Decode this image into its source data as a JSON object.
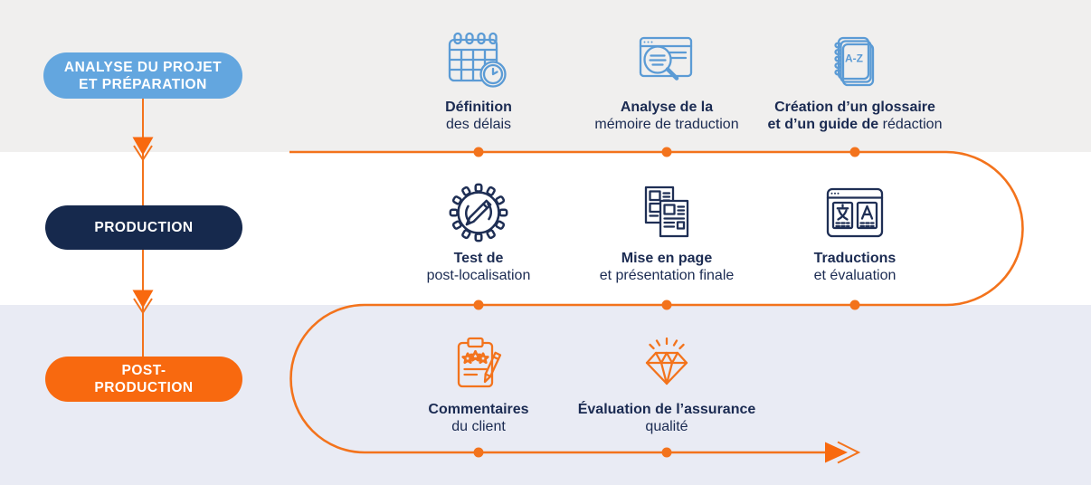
{
  "colors": {
    "band_top": "#f0efee",
    "band_middle": "#ffffff",
    "band_bottom": "#e9ebf4",
    "pill_analysis": "#63a6df",
    "pill_production": "#16294d",
    "pill_post_production": "#f8690f",
    "flow_line": "#f3731c",
    "icon_blue": "#5b9bd5",
    "icon_navy": "#1f2f55",
    "icon_orange": "#f3731c",
    "label_text": "#1b2b52"
  },
  "phases": [
    {
      "id": "analysis",
      "label": "ANALYSE DU PROJET\nET PRÉPARATION"
    },
    {
      "id": "production",
      "label": "PRODUCTION"
    },
    {
      "id": "post-production",
      "label": "POST-\nPRODUCTION"
    }
  ],
  "steps": [
    {
      "icon": "calendar-clock-icon",
      "line1": "Définition",
      "line2_bold": "",
      "line2": "des délais"
    },
    {
      "icon": "document-search-icon",
      "line1": "Analyse de la",
      "line2_bold": "",
      "line2": "mémoire de traduction"
    },
    {
      "icon": "glossary-notebook-icon",
      "line1": "Création d’un glossaire",
      "line2_bold": "et d’un guide de ",
      "line2": "rédaction"
    },
    {
      "icon": "gear-pencil-icon",
      "line1": "Test de",
      "line2_bold": "",
      "line2": "post-localisation"
    },
    {
      "icon": "page-layout-icon",
      "line1": "Mise en page",
      "line2_bold": "",
      "line2": "et présentation finale"
    },
    {
      "icon": "translation-window-icon",
      "line1": "Traductions",
      "line2_bold": "",
      "line2": "et évaluation"
    },
    {
      "icon": "clipboard-rating-pen-icon",
      "line1": "Commentaires",
      "line2_bold": "",
      "line2": "du client"
    },
    {
      "icon": "diamond-quality-icon",
      "line1": "Évaluation de l’assurance",
      "line2_bold": "",
      "line2": "qualité"
    }
  ]
}
